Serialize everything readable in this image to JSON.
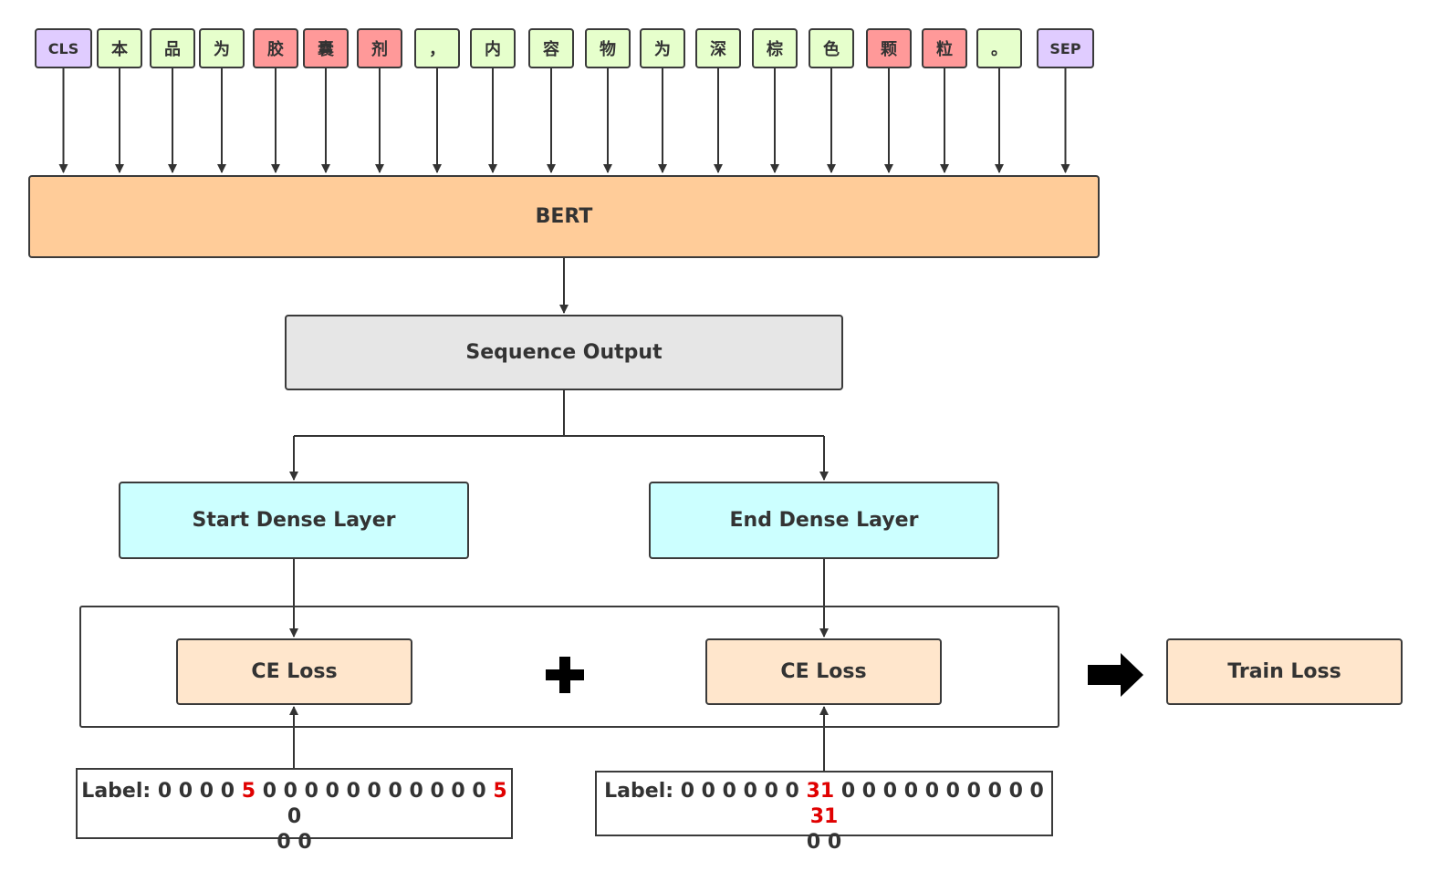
{
  "tokens": [
    {
      "text": "CLS",
      "kind": "special"
    },
    {
      "text": "本",
      "kind": "normal"
    },
    {
      "text": "品",
      "kind": "normal"
    },
    {
      "text": "为",
      "kind": "normal"
    },
    {
      "text": "胶",
      "kind": "entity"
    },
    {
      "text": "囊",
      "kind": "entity"
    },
    {
      "text": "剂",
      "kind": "entity"
    },
    {
      "text": "，",
      "kind": "normal"
    },
    {
      "text": "内",
      "kind": "normal"
    },
    {
      "text": "容",
      "kind": "normal"
    },
    {
      "text": "物",
      "kind": "normal"
    },
    {
      "text": "为",
      "kind": "normal"
    },
    {
      "text": "深",
      "kind": "normal"
    },
    {
      "text": "棕",
      "kind": "normal"
    },
    {
      "text": "色",
      "kind": "normal"
    },
    {
      "text": "颗",
      "kind": "entity"
    },
    {
      "text": "粒",
      "kind": "entity"
    },
    {
      "text": "。",
      "kind": "normal"
    },
    {
      "text": "SEP",
      "kind": "special"
    }
  ],
  "nodes": {
    "bert": "BERT",
    "sequence_output": "Sequence Output",
    "start_dense": "Start Dense Layer",
    "end_dense": "End Dense Layer",
    "ce_loss_start": "CE Loss",
    "ce_loss_end": "CE Loss",
    "plus": "✚",
    "train_loss": "Train Loss"
  },
  "labels": {
    "start": {
      "prefix": "Label:",
      "line1": [
        {
          "text": "0 0 0 0",
          "highlight": false
        },
        {
          "text": "5",
          "highlight": true
        },
        {
          "text": "0 0 0 0 0 0 0 0 0 0 0",
          "highlight": false
        },
        {
          "text": "5",
          "highlight": true
        },
        {
          "text": "0",
          "highlight": false
        }
      ],
      "line2": "0 0"
    },
    "end": {
      "prefix": "Label:",
      "line1": [
        {
          "text": "0 0 0 0 0 0",
          "highlight": false
        },
        {
          "text": "31",
          "highlight": true
        },
        {
          "text": "0 0 0 0 0 0 0 0 0 0",
          "highlight": false
        },
        {
          "text": "31",
          "highlight": true
        }
      ],
      "line2": "0 0"
    }
  },
  "colors": {
    "special": "#e0ccff",
    "normal": "#e6ffcc",
    "entity": "#ff9999",
    "bert": "#ffcc99",
    "sequence": "#e6e6e6",
    "dense": "#ccffff",
    "loss": "#ffe6cc",
    "highlight": "#e00000"
  }
}
